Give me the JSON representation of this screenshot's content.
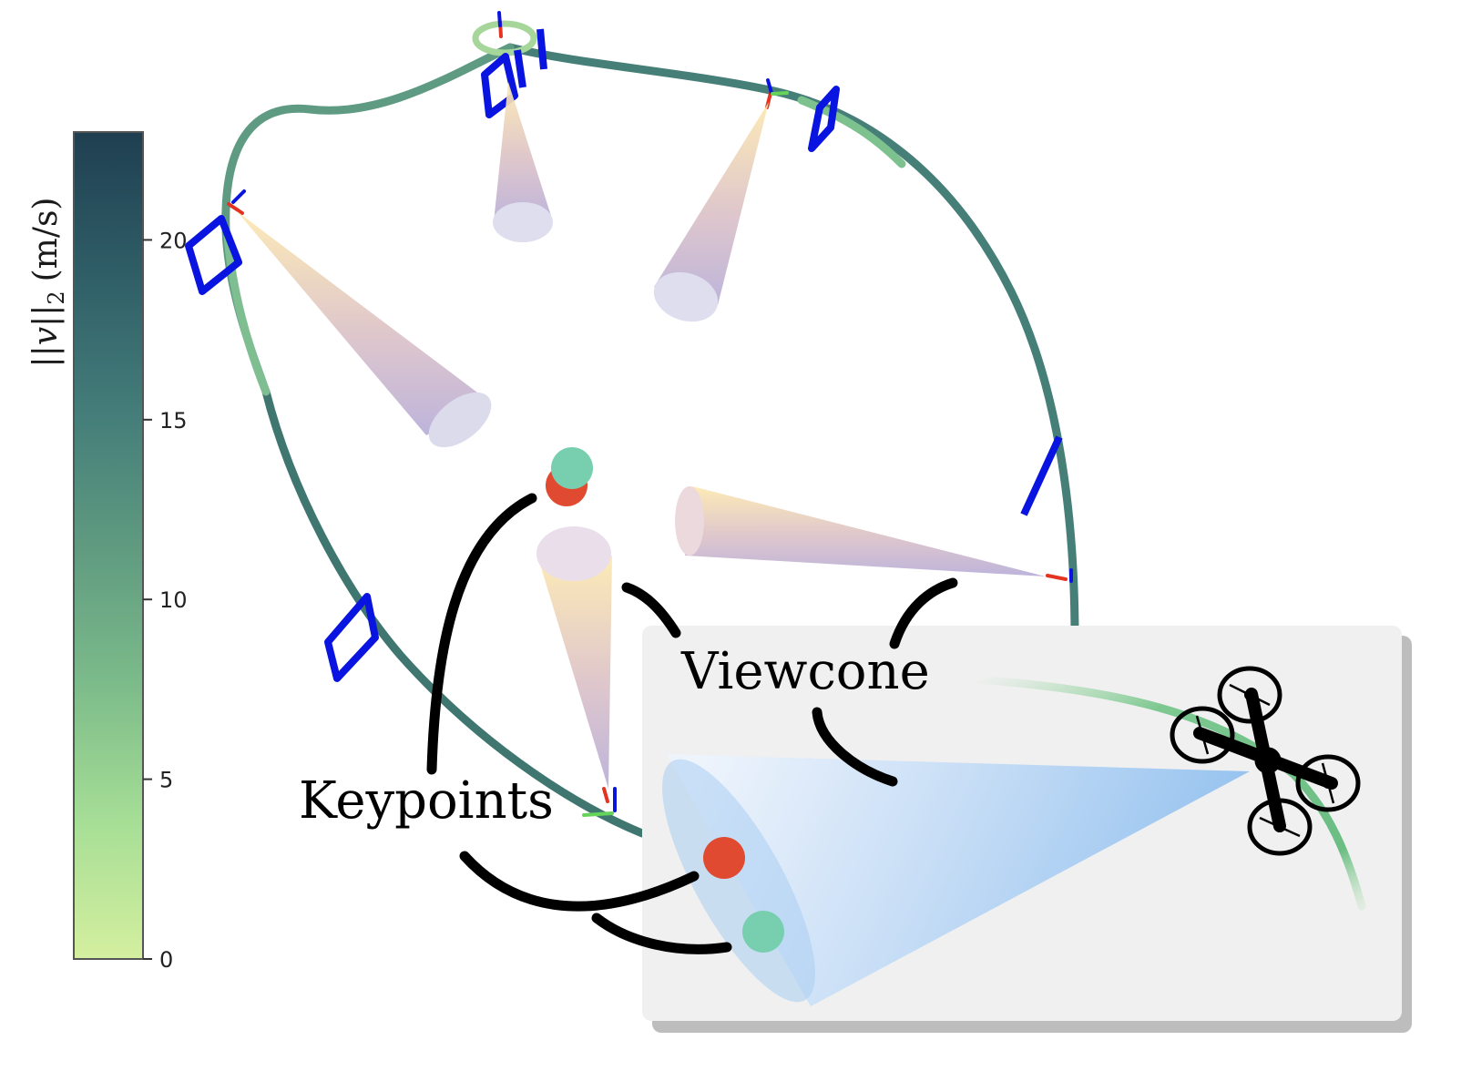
{
  "colorbar": {
    "title_main": "||v||",
    "title_sub": "2",
    "title_unit": "(m/s)",
    "ticks": [
      {
        "value": 0,
        "label": "0"
      },
      {
        "value": 5,
        "label": "5"
      },
      {
        "value": 10,
        "label": "10"
      },
      {
        "value": 15,
        "label": "15"
      },
      {
        "value": 20,
        "label": "20"
      }
    ],
    "range": [
      0,
      23
    ],
    "colors": [
      "#d4ef9f",
      "#a6de96",
      "#7cbb8a",
      "#5f9a80",
      "#437c79",
      "#2f5d66",
      "#1f3f51"
    ]
  },
  "labels": {
    "viewcone": "Viewcone",
    "keypoints": "Keypoints"
  },
  "colors": {
    "trajectory": "#4a8f7a",
    "gate": "#0a14e0",
    "keypoint_red": "#e04a30",
    "keypoint_green": "#78cfb0",
    "inset_background": "#f0f0f0",
    "inset_shadow": "#bdbdbd",
    "inset_cone": "#8fbfee"
  },
  "icons": {
    "drone": "quadrotor-icon"
  }
}
